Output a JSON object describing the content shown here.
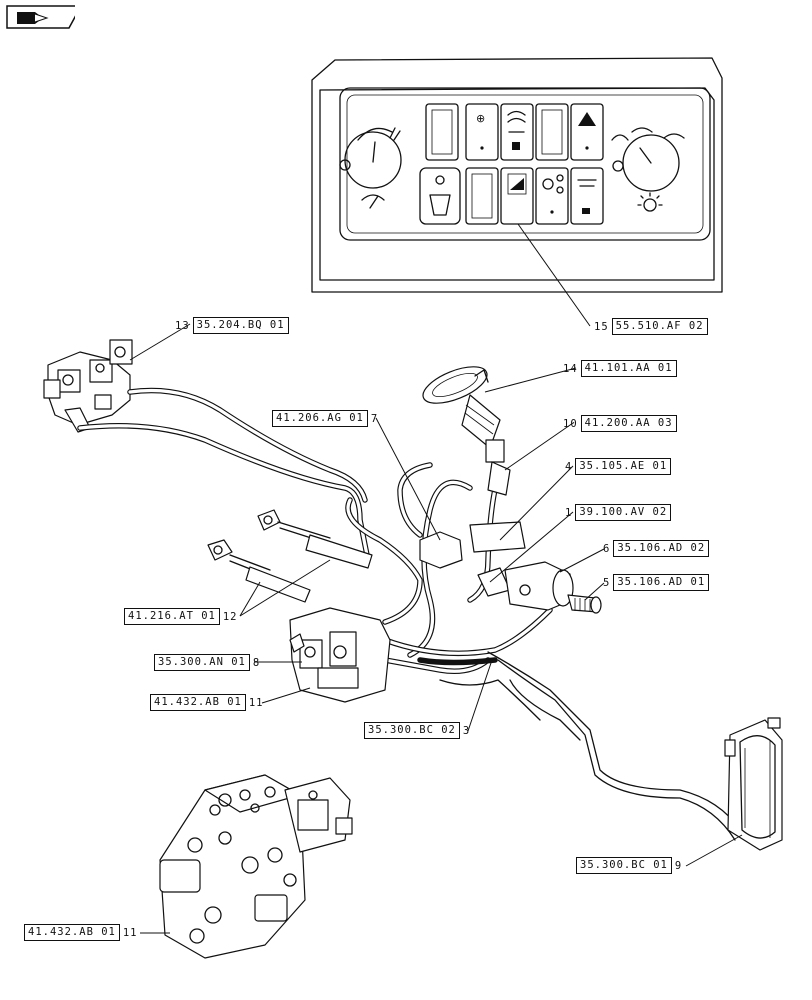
{
  "navigation": {
    "icon": "folder-arrow-icon"
  },
  "callouts": [
    {
      "num": "15",
      "ref": "55.510.AF 02"
    },
    {
      "num": "13",
      "ref": "35.204.BQ 01"
    },
    {
      "num": "14",
      "ref": "41.101.AA 01"
    },
    {
      "num": "7",
      "ref": "41.206.AG 01"
    },
    {
      "num": "10",
      "ref": "41.200.AA 03"
    },
    {
      "num": "4",
      "ref": "35.105.AE 01"
    },
    {
      "num": "1",
      "ref": "39.100.AV 02"
    },
    {
      "num": "6",
      "ref": "35.106.AD 02"
    },
    {
      "num": "5",
      "ref": "35.106.AD 01"
    },
    {
      "num": "12",
      "ref": "41.216.AT 01"
    },
    {
      "num": "8",
      "ref": "35.300.AN 01"
    },
    {
      "num": "11",
      "ref": "41.432.AB 01"
    },
    {
      "num": "3",
      "ref": "35.300.BC 02"
    },
    {
      "num": "9",
      "ref": "35.300.BC 01"
    },
    {
      "num": "11",
      "ref": "41.432.AB 01"
    }
  ]
}
